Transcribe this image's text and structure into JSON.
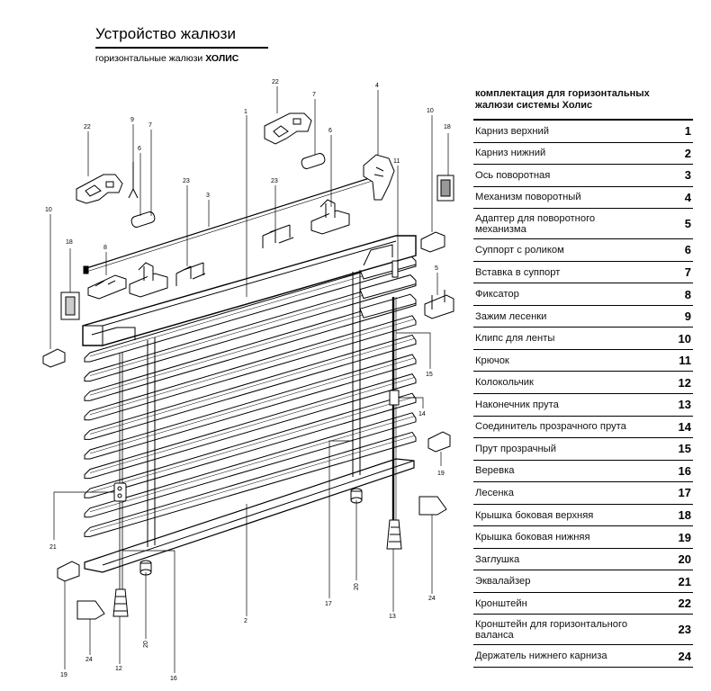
{
  "header": {
    "title": "Устройство жалюзи",
    "subtitle_prefix": "горизонтальные жалюзи",
    "subtitle_brand": "ХОЛИС"
  },
  "parts_panel": {
    "heading": "комплектация для горизонтальных жалюзи системы Холис",
    "items": [
      {
        "name": "Карниз верхний",
        "number": "1"
      },
      {
        "name": "Карниз нижний",
        "number": "2"
      },
      {
        "name": "Ось поворотная",
        "number": "3"
      },
      {
        "name": "Механизм поворотный",
        "number": "4"
      },
      {
        "name": "Адаптер для поворотного механизма",
        "number": "5"
      },
      {
        "name": "Суппорт с роликом",
        "number": "6"
      },
      {
        "name": "Вставка в суппорт",
        "number": "7"
      },
      {
        "name": "Фиксатор",
        "number": "8"
      },
      {
        "name": "Зажим лесенки",
        "number": "9"
      },
      {
        "name": "Клипс для ленты",
        "number": "10"
      },
      {
        "name": "Крючок",
        "number": "11"
      },
      {
        "name": "Колокольчик",
        "number": "12"
      },
      {
        "name": "Наконечник прута",
        "number": "13"
      },
      {
        "name": "Соединитель прозрачного прута",
        "number": "14"
      },
      {
        "name": "Прут прозрачный",
        "number": "15"
      },
      {
        "name": "Веревка",
        "number": "16"
      },
      {
        "name": "Лесенка",
        "number": "17"
      },
      {
        "name": "Крышка боковая верхняя",
        "number": "18"
      },
      {
        "name": "Крышка боковая нижняя",
        "number": "19"
      },
      {
        "name": "Заглушка",
        "number": "20"
      },
      {
        "name": "Эквалайзер",
        "number": "21"
      },
      {
        "name": "Кронштейн",
        "number": "22"
      },
      {
        "name": "Кронштейн для горизонтального валанса",
        "number": "23"
      },
      {
        "name": "Держатель нижнего карниза",
        "number": "24"
      }
    ]
  },
  "diagram": {
    "callouts": [
      "1",
      "2",
      "3",
      "4",
      "5",
      "6",
      "6",
      "7",
      "7",
      "8",
      "9",
      "10",
      "10",
      "11",
      "12",
      "13",
      "14",
      "15",
      "16",
      "17",
      "18",
      "18",
      "19",
      "19",
      "20",
      "20",
      "21",
      "22",
      "22",
      "23",
      "23",
      "24",
      "24"
    ]
  }
}
